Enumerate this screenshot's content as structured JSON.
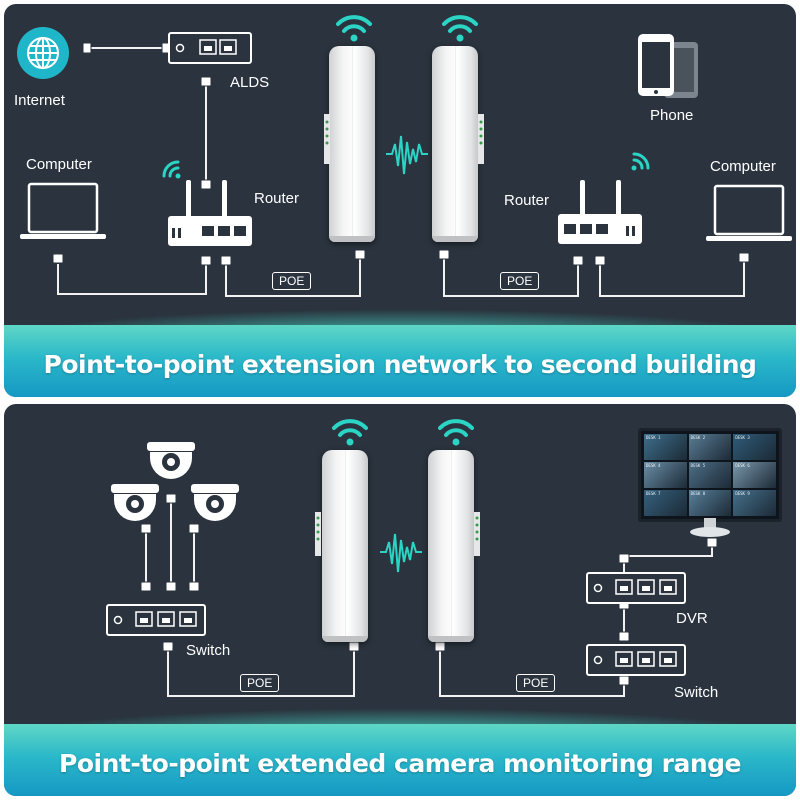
{
  "panel1": {
    "caption": "Point-to-point extension network to second building",
    "labels": {
      "internet": "Internet",
      "alds": "ALDS",
      "phone": "Phone",
      "computer_left": "Computer",
      "computer_right": "Computer",
      "router_left": "Router",
      "router_right": "Router",
      "poe_left": "POE",
      "poe_right": "POE"
    }
  },
  "panel2": {
    "caption": "Point-to-point extended camera monitoring range",
    "labels": {
      "switch_left": "Switch",
      "switch_right": "Switch",
      "dvr": "DVR",
      "poe_left": "POE",
      "poe_right": "POE"
    },
    "monitor_screen": {
      "camera_tiles": [
        "DESK 1",
        "DESK 2",
        "DESK 3",
        "DESK 4",
        "DESK 5",
        "DESK 6",
        "DESK 7",
        "DESK 8",
        "DESK 9"
      ]
    }
  },
  "colors": {
    "panel_bg": "#2a333e",
    "accent_teal": "#2bd4c4",
    "band_blue": "#1598c4",
    "globe": "#1fb6c9",
    "line": "#f2f2f2"
  },
  "icons": [
    "globe-icon",
    "wifi-icon",
    "router-icon",
    "laptop-icon",
    "phone-icon",
    "dome-camera-icon",
    "switch-icon",
    "monitor-icon",
    "rj45-connector-icon",
    "signal-wave-icon"
  ]
}
